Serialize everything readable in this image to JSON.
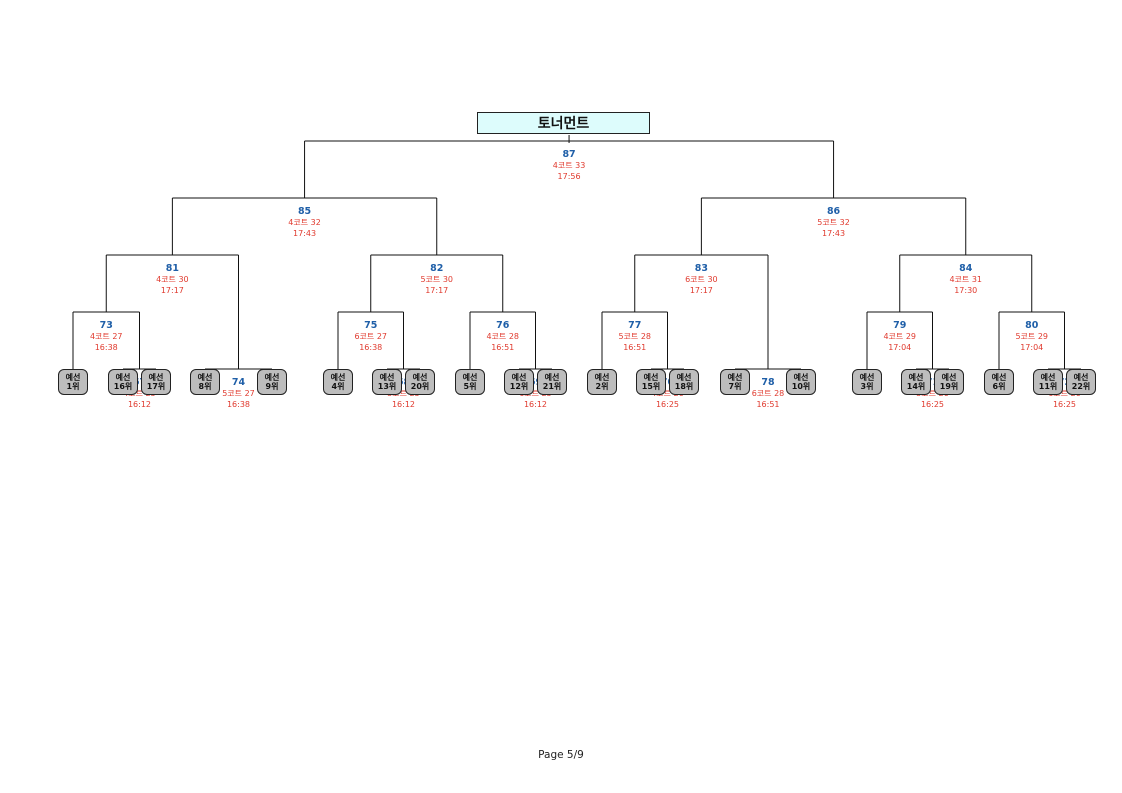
{
  "title": "토너먼트",
  "footer": "Page 5/9",
  "matches": [
    {
      "id": "87",
      "court": "4코트 33",
      "time": "17:56",
      "l": "85",
      "r": "86"
    },
    {
      "id": "85",
      "court": "4코트 32",
      "time": "17:43",
      "l": "81",
      "r": "82"
    },
    {
      "id": "86",
      "court": "5코트 32",
      "time": "17:43",
      "l": "83",
      "r": "84"
    },
    {
      "id": "81",
      "court": "4코트 30",
      "time": "17:17",
      "l": "73",
      "r": "74"
    },
    {
      "id": "82",
      "court": "5코트 30",
      "time": "17:17",
      "l": "75",
      "r": "76"
    },
    {
      "id": "83",
      "court": "6코트 30",
      "time": "17:17",
      "l": "77",
      "r": "78"
    },
    {
      "id": "84",
      "court": "4코트 31",
      "time": "17:30",
      "l": "79",
      "r": "80"
    },
    {
      "id": "73",
      "court": "4코트 27",
      "time": "16:38",
      "l": "s1",
      "r": "67"
    },
    {
      "id": "74",
      "court": "5코트 27",
      "time": "16:38",
      "l": "s8",
      "r": "s9"
    },
    {
      "id": "75",
      "court": "6코트 27",
      "time": "16:38",
      "l": "s4",
      "r": "68"
    },
    {
      "id": "76",
      "court": "4코트 28",
      "time": "16:51",
      "l": "s5",
      "r": "69"
    },
    {
      "id": "77",
      "court": "5코트 28",
      "time": "16:51",
      "l": "s2",
      "r": "70"
    },
    {
      "id": "78",
      "court": "6코트 28",
      "time": "16:51",
      "l": "s7",
      "r": "s10"
    },
    {
      "id": "79",
      "court": "4코트 29",
      "time": "17:04",
      "l": "s3",
      "r": "71"
    },
    {
      "id": "80",
      "court": "5코트 29",
      "time": "17:04",
      "l": "s6",
      "r": "72"
    },
    {
      "id": "67",
      "court": "4코트 25",
      "time": "16:12",
      "l": "s16",
      "r": "s17"
    },
    {
      "id": "68",
      "court": "5코트 25",
      "time": "16:12",
      "l": "s13",
      "r": "s20"
    },
    {
      "id": "69",
      "court": "6코트 25",
      "time": "16:12",
      "l": "s12",
      "r": "s21"
    },
    {
      "id": "70",
      "court": "4코트 26",
      "time": "16:25",
      "l": "s15",
      "r": "s18"
    },
    {
      "id": "71",
      "court": "5코트 26",
      "time": "16:25",
      "l": "s14",
      "r": "s19"
    },
    {
      "id": "72",
      "court": "6코트 26",
      "time": "16:25",
      "l": "s11",
      "r": "s22"
    }
  ],
  "seeds": [
    {
      "id": "s1",
      "line1": "예선",
      "line2": "1위"
    },
    {
      "id": "s8",
      "line1": "예선",
      "line2": "8위"
    },
    {
      "id": "s9",
      "line1": "예선",
      "line2": "9위"
    },
    {
      "id": "s4",
      "line1": "예선",
      "line2": "4위"
    },
    {
      "id": "s5",
      "line1": "예선",
      "line2": "5위"
    },
    {
      "id": "s2",
      "line1": "예선",
      "line2": "2위"
    },
    {
      "id": "s7",
      "line1": "예선",
      "line2": "7위"
    },
    {
      "id": "s10",
      "line1": "예선",
      "line2": "10위"
    },
    {
      "id": "s3",
      "line1": "예선",
      "line2": "3위"
    },
    {
      "id": "s6",
      "line1": "예선",
      "line2": "6위"
    },
    {
      "id": "s16",
      "line1": "예선",
      "line2": "16위"
    },
    {
      "id": "s17",
      "line1": "예선",
      "line2": "17위"
    },
    {
      "id": "s13",
      "line1": "예선",
      "line2": "13위"
    },
    {
      "id": "s20",
      "line1": "예선",
      "line2": "20위"
    },
    {
      "id": "s12",
      "line1": "예선",
      "line2": "12위"
    },
    {
      "id": "s21",
      "line1": "예선",
      "line2": "21위"
    },
    {
      "id": "s15",
      "line1": "예선",
      "line2": "15위"
    },
    {
      "id": "s18",
      "line1": "예선",
      "line2": "18위"
    },
    {
      "id": "s14",
      "line1": "예선",
      "line2": "14위"
    },
    {
      "id": "s19",
      "line1": "예선",
      "line2": "19위"
    },
    {
      "id": "s11",
      "line1": "예선",
      "line2": "11위"
    },
    {
      "id": "s22",
      "line1": "예선",
      "line2": "22위"
    }
  ]
}
